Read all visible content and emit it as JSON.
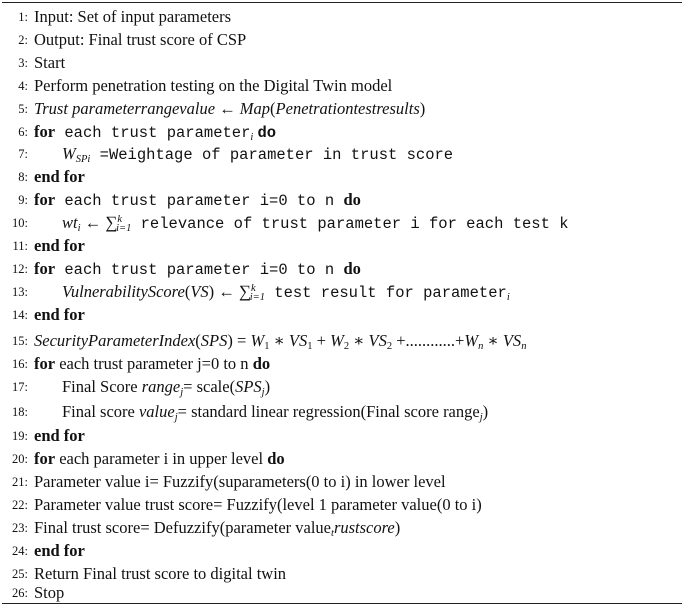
{
  "algorithm": {
    "lines": [
      {
        "n": "1:",
        "text": "Input: Set of input parameters"
      },
      {
        "n": "2:",
        "text": "Output: Final trust score of CSP"
      },
      {
        "n": "3:",
        "text": "Start"
      },
      {
        "n": "4:",
        "text": "Perform penetration testing on the Digital Twin model"
      },
      {
        "n": "5:",
        "lhs": "Trust parameterrangevalue",
        "arrow": "←",
        "fn": "Map",
        "arg": "Penetrationtestresults"
      },
      {
        "n": "6:",
        "kw_for": "for",
        "text": " each trust parameter",
        "sub": "i",
        "kw_do": "do"
      },
      {
        "n": "7:",
        "var": "W",
        "sub": "SPi",
        "text": " =Weightage of parameter in trust score"
      },
      {
        "n": "8:",
        "kw": "end for"
      },
      {
        "n": "9:",
        "kw_for": "for",
        "text": " each trust parameter i=0 to n ",
        "kw_do": "do"
      },
      {
        "n": "10:",
        "var": "wt",
        "sub": "i",
        "arrow": "←",
        "sum": "∑",
        "sup": "k",
        "subsum": "i=1",
        "text": " relevance of trust parameter i for each test k"
      },
      {
        "n": "11:",
        "kw": "end for"
      },
      {
        "n": "12:",
        "kw_for": "for",
        "text": " each trust parameter i=0 to n ",
        "kw_do": "do"
      },
      {
        "n": "13:",
        "lhs": "VulnerabilityScore",
        "arg": "VS",
        "arrow": "←",
        "sum": "∑",
        "sup": "k",
        "subsum": "i=1",
        "text": " test result for parameter",
        "sub": "i"
      },
      {
        "n": "14:",
        "kw": "end for"
      },
      {
        "n": "15:",
        "lhs": "SecurityParameterIndex",
        "arg": "SPS",
        "eq": "=",
        "W": "W",
        "VS": "VS",
        "mul": "∗",
        "plus": "+",
        "dots": "+............+",
        "s1": "1",
        "s2": "2",
        "sn": "n"
      },
      {
        "n": "16:",
        "kw_for": "for",
        "text": " each trust parameter j=0 to n ",
        "kw_do": "do"
      },
      {
        "n": "17:",
        "pre": "Final Score ",
        "ivar": "range",
        "sub": "j",
        "mid": "= scale(",
        "ivar2": "SPS",
        "sub2": "j",
        "post": ")"
      },
      {
        "n": "18:",
        "pre": "Final score ",
        "ivar": "value",
        "sub": "j",
        "mid": "= standard linear regression(Final score range",
        "sub2": "j",
        "post": ")"
      },
      {
        "n": "19:",
        "kw": "end for"
      },
      {
        "n": "20:",
        "kw_for": "for",
        "text": " each parameter i in upper level ",
        "kw_do": "do"
      },
      {
        "n": "21:",
        "text": "Parameter value i= Fuzzify(suparameters(0 to i) in lower level"
      },
      {
        "n": "22:",
        "text": "Parameter value trust score= Fuzzify(level 1 parameter value(0 to i)"
      },
      {
        "n": "23:",
        "pre": "Final trust score= Defuzzify(parameter value",
        "sub": "t",
        "ivar": "rustscore",
        "post": ")"
      },
      {
        "n": "24:",
        "kw": "end for"
      },
      {
        "n": "25:",
        "text": "Return Final trust score to digital twin"
      },
      {
        "n": "26:",
        "text": "Stop"
      }
    ]
  }
}
